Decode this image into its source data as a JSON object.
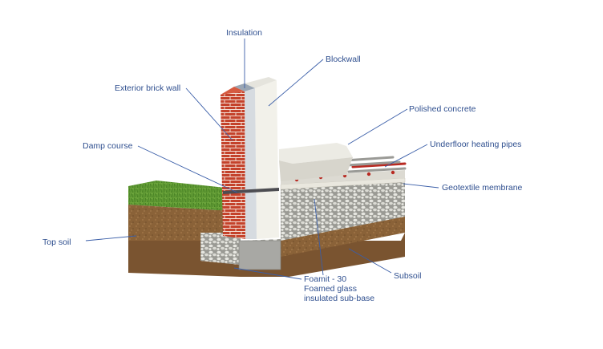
{
  "labels": {
    "insulation": "Insulation",
    "blockwall": "Blockwall",
    "exterior_brick_wall": "Exterior brick wall",
    "polished_concrete": "Polished concrete",
    "damp_course": "Damp course",
    "underfloor_heating_pipes": "Underfloor heating pipes",
    "geotextile_membrane": "Geotextile membrane",
    "top_soil": "Top soil",
    "subsoil": "Subsoil",
    "foamit_line1": "Foamit - 30",
    "foamit_line2": "Foamed glass",
    "foamit_line3": "insulated sub-base"
  },
  "colors": {
    "label_text": "#2f4f8f",
    "leader_line": "#3a5ea8",
    "brick": "#c4422b",
    "grass": "#6aa33a",
    "soil": "#8a6238",
    "block": "#f0efe8",
    "heating_pipe": "#b82a22"
  }
}
